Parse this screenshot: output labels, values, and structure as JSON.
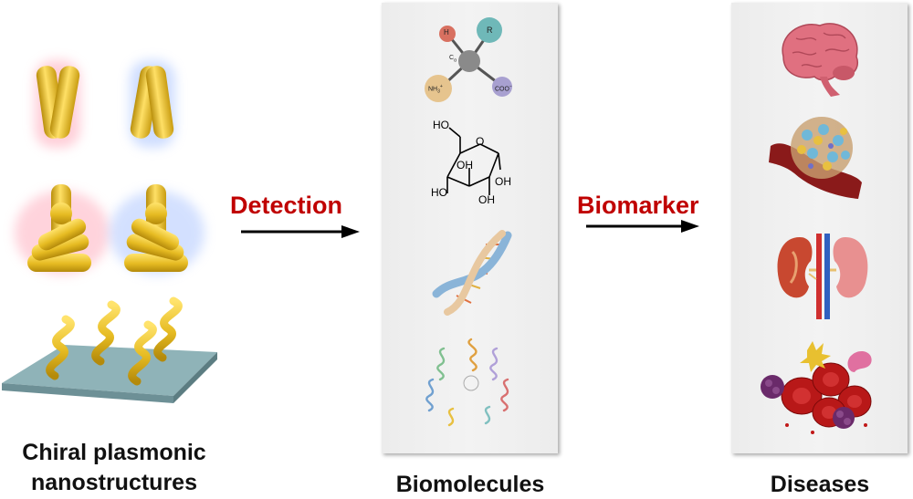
{
  "left": {
    "caption_line1": "Chiral plasmonic",
    "caption_line2": "nanostructures"
  },
  "arrows": [
    {
      "label": "Detection",
      "color": "#c00000"
    },
    {
      "label": "Biomarker",
      "color": "#c00000"
    }
  ],
  "middle": {
    "caption": "Biomolecules",
    "amino_acid": {
      "h": "H",
      "r": "R",
      "ca": "C",
      "ca_sub": "α",
      "nh3": "NH",
      "nh3_sub": "3",
      "nh3_sup": "+",
      "coo": "COO",
      "coo_sup": "−"
    },
    "glucose": {
      "ho_top": "HO",
      "oh_ring": "OH",
      "o_ring": "O",
      "ho_bottom": "HO",
      "oh_bottom": "OH",
      "oh_right": "OH"
    }
  },
  "right": {
    "caption": "Diseases"
  },
  "colors": {
    "gold": "#e8c02a",
    "gold_dark": "#b8900e",
    "panel": "#efefef",
    "substrate": "#8fb3b8",
    "accent": "#c00000"
  }
}
